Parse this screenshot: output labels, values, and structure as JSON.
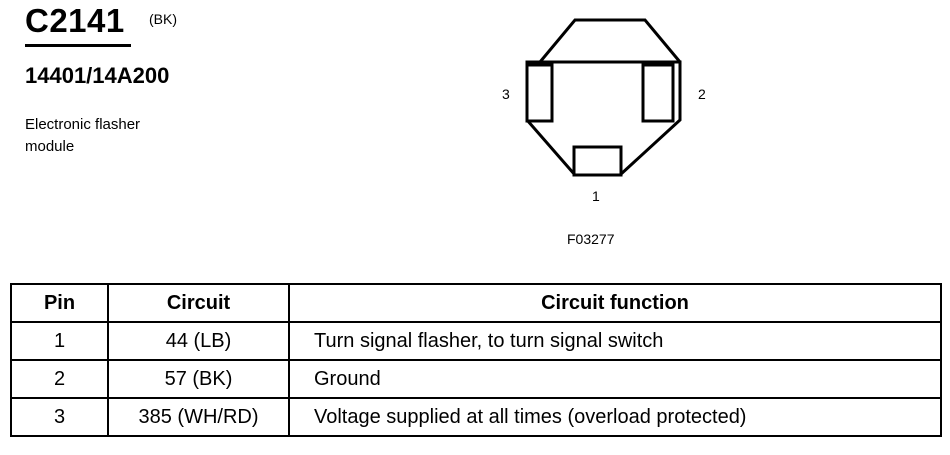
{
  "header": {
    "connector_id": "C2141",
    "color_code": "(BK)",
    "part_number": "14401/14A200",
    "description": "Electronic flasher module"
  },
  "diagram": {
    "pin_labels": {
      "pin1": "1",
      "pin2": "2",
      "pin3": "3"
    },
    "figure_id": "F03277"
  },
  "table": {
    "headers": {
      "pin": "Pin",
      "circuit": "Circuit",
      "function": "Circuit function"
    },
    "rows": [
      {
        "pin": "1",
        "circuit": "44 (LB)",
        "function": "Turn signal flasher, to turn signal switch"
      },
      {
        "pin": "2",
        "circuit": "57 (BK)",
        "function": "Ground"
      },
      {
        "pin": "3",
        "circuit": "385 (WH/RD)",
        "function": "Voltage supplied at all times (overload protected)"
      }
    ]
  }
}
